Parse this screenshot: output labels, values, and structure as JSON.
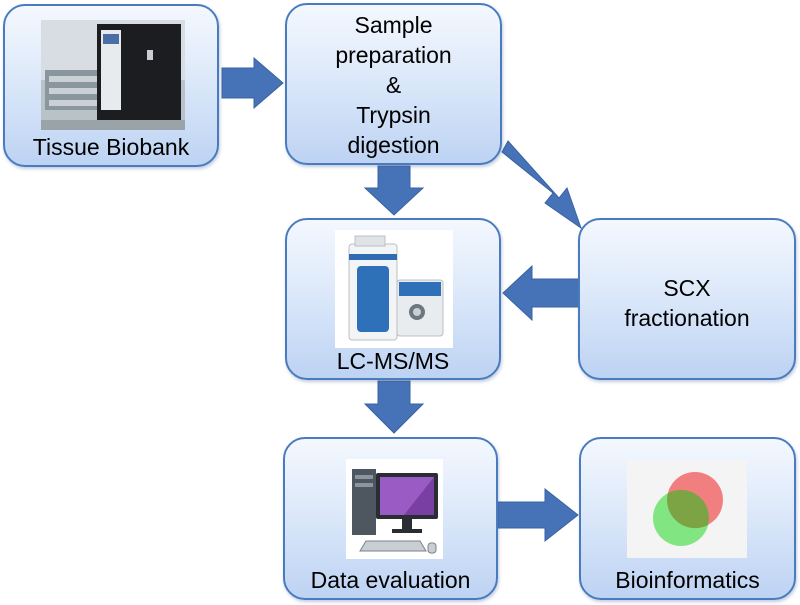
{
  "steps": {
    "biobank": {
      "label": "Tissue Biobank"
    },
    "prep": {
      "line1": "Sample",
      "line2": "preparation",
      "line3": "&",
      "line4": "Trypsin",
      "line5": "digestion"
    },
    "lcms": {
      "label": "LC-MS/MS"
    },
    "scx": {
      "line1": "SCX",
      "line2": "fractionation"
    },
    "data_eval": {
      "label": "Data evaluation"
    },
    "bioinfo": {
      "label": "Bioinformatics"
    }
  },
  "colors": {
    "box_border": "#4a7bbf",
    "box_fill_top": "#f4f8fe",
    "box_fill_bottom": "#bdd3f3",
    "arrow_fill": "#4673b7"
  }
}
